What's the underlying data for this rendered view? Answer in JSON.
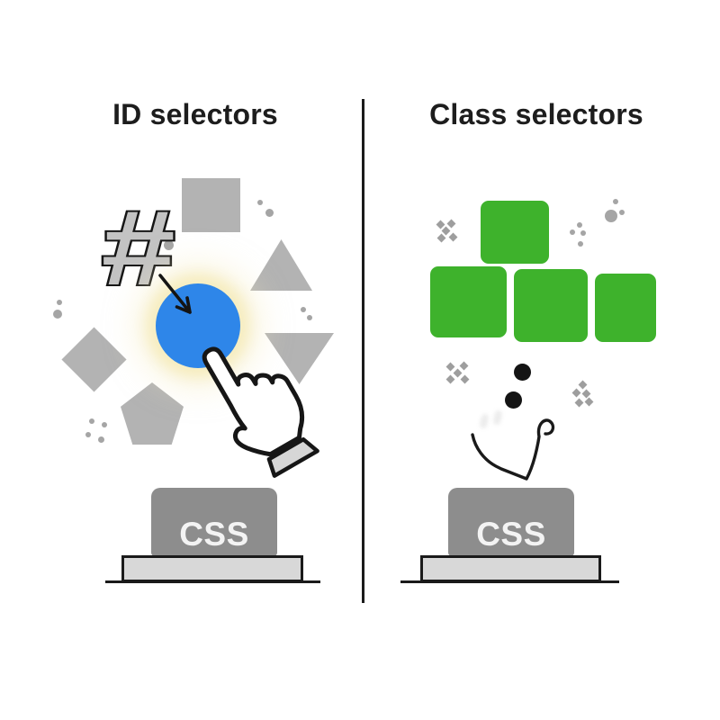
{
  "illustration": {
    "divider_color": "#1b1b1b",
    "left": {
      "title": "ID selectors",
      "hash_symbol": "#",
      "stamp_label": "CSS",
      "highlight_color": "#2e86e9",
      "glow_color": "#f6ecbe",
      "decor_shape_color": "#b3b3b3",
      "decor_shapes": [
        "square",
        "triangle-up",
        "triangle-down",
        "diamond",
        "pentagon"
      ],
      "selected_count": 1
    },
    "right": {
      "title": "Class selectors",
      "stamp_label": "CSS",
      "highlight_color": "#3eb22c",
      "block_count": 4,
      "falling_dot_color": "#141414"
    },
    "stamp": {
      "block_color": "#8d8d8d",
      "base_color": "#d8d8d8",
      "label_color": "#f3f3f3"
    }
  }
}
